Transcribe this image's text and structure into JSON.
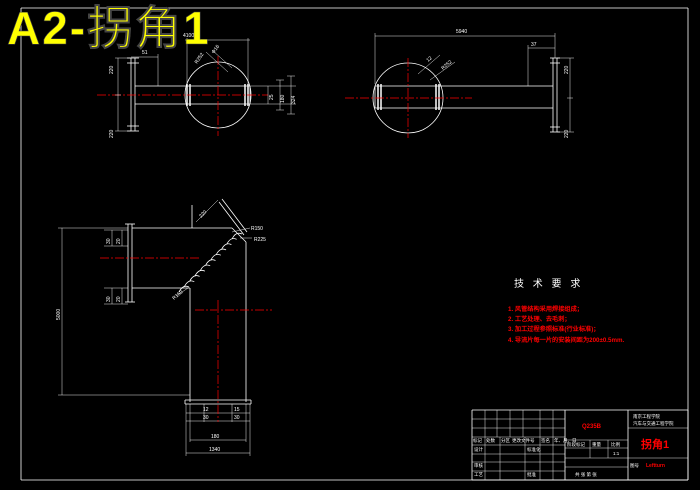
{
  "drawing_title": "A2-拐角1",
  "colors": {
    "background": "#000000",
    "line": "#ffffff",
    "center_line": "#ff0000",
    "title": "#ffff00",
    "annotation": "#ff0000"
  },
  "top_left_view": {
    "dim_top": "51",
    "dim_flange": "4100",
    "radius": "R252",
    "diameter": "Φ16",
    "left_top": "220",
    "left_bottom": "220",
    "right_inner": "25",
    "right_mid": "180",
    "right_outer": "324"
  },
  "top_right_view": {
    "dim_length": "5940",
    "dim_flange": "37",
    "leader_a": "12",
    "leader_b": "R252",
    "right_top": "220",
    "right_bottom": "220"
  },
  "bottom_view": {
    "chamfer": "220",
    "radius_outer_a": "R150",
    "radius_outer_b": "R225",
    "left_top_a": "30",
    "left_top_b": "20",
    "left_bottom_a": "30",
    "left_bottom_b": "20",
    "height": "5000",
    "radius_inner": "R150",
    "flange_left": "12",
    "flange_right": "15",
    "flange_left_2": "30",
    "flange_right_2": "30",
    "width_inner": "180",
    "width_outer": "1340"
  },
  "tech_requirements": {
    "heading": "技 术 要 求",
    "items": [
      "1. 风管结构采用焊接组成；",
      "2. 工艺处理、去毛刺；",
      "3. 加工过程参照标准(行业标准)；",
      "4. 导流片每一片的安装间距为200±0.5mm."
    ]
  },
  "title_block": {
    "mark": "标记",
    "count": "处数",
    "zone": "分区",
    "change_doc": "更改文件号",
    "signature": "签名",
    "date": "年、月、日",
    "design": "设计",
    "standardization": "标准化",
    "review": "审核",
    "process": "工艺",
    "approval": "批准",
    "stage_mark": "阶段标记",
    "weight": "重量",
    "scale": "比例",
    "scale_value": "1:1",
    "sheets": "共 张 第 张",
    "material": "Q235B",
    "school_line1": "南京工程学院",
    "school_line2": "汽车与交通工程学院",
    "drawing_name": "拐角1",
    "drawing_no_label": "图号",
    "drawing_no": "Leftturn"
  }
}
